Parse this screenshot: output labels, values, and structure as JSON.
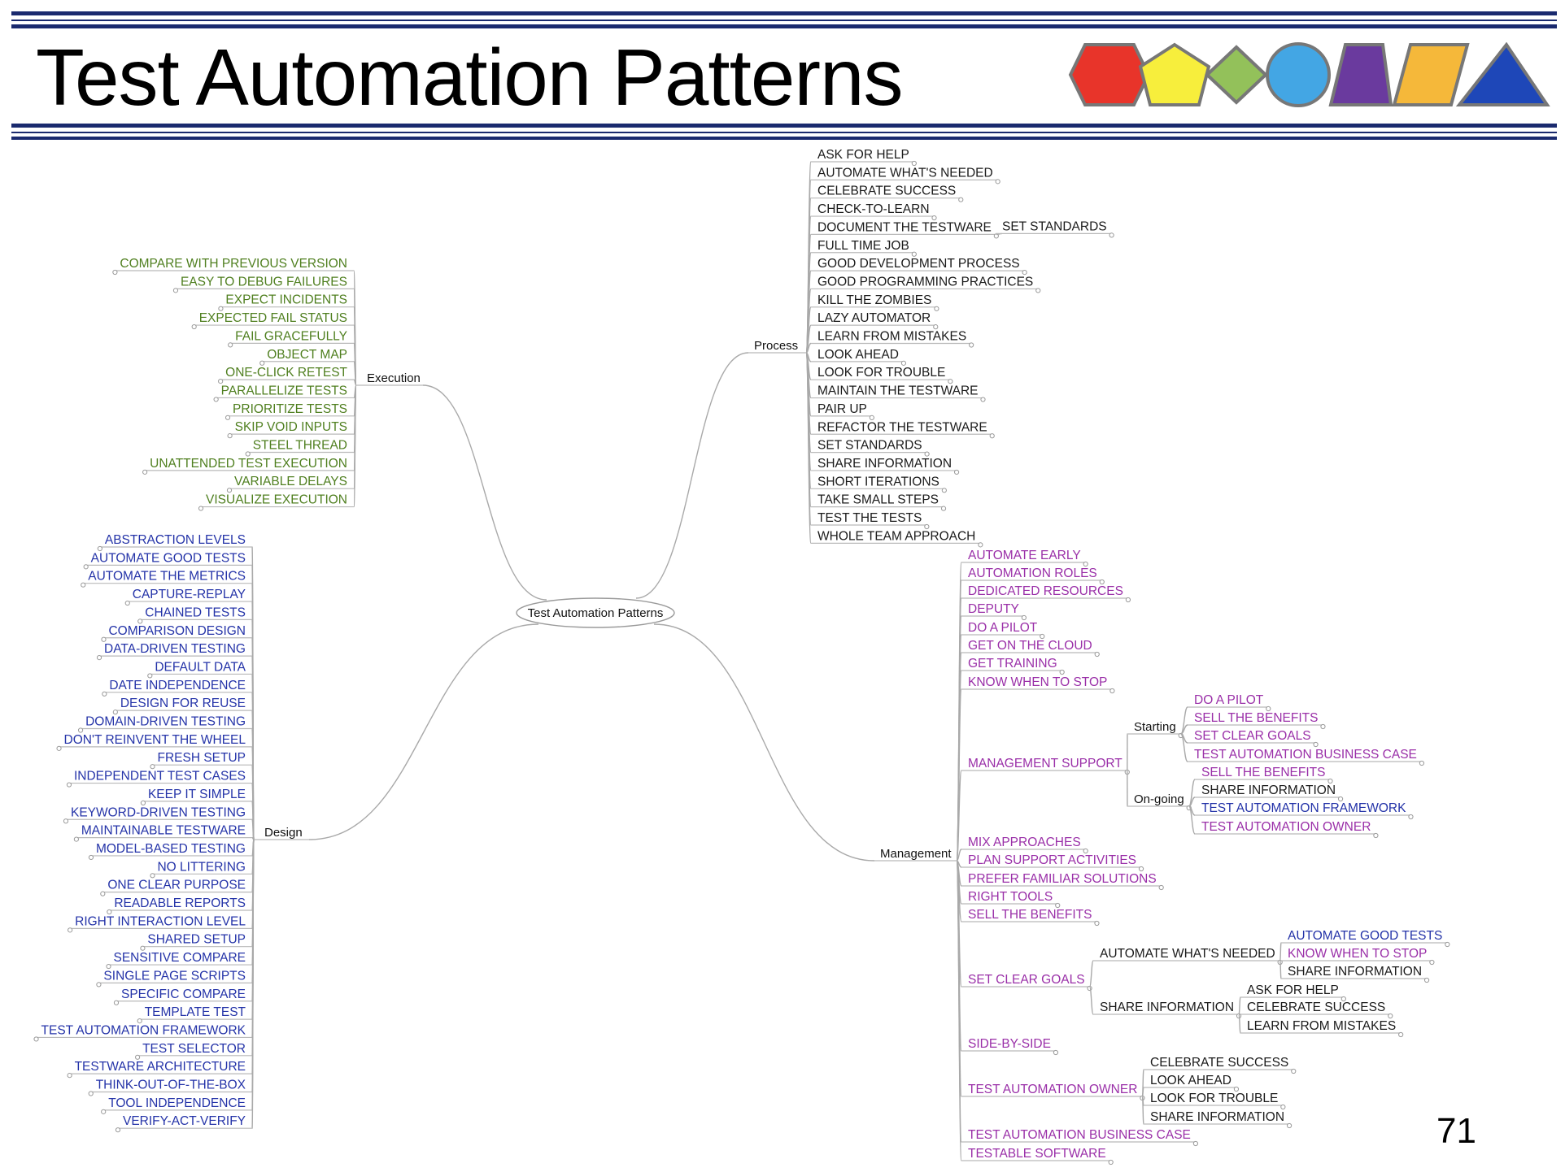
{
  "slide": {
    "title": "Test Automation Patterns",
    "page_number": "71",
    "logo_shapes": [
      "red-hexagon",
      "yellow-pentagon",
      "green-diamond",
      "blue-circle",
      "purple-trapezoid",
      "orange-parallelogram",
      "blue-triangle"
    ]
  },
  "colors": {
    "execution": "#4f7f1f",
    "design": "#2433a8",
    "process": "#1a1a1a",
    "management": "#9a2fa8",
    "rule": "#1a2a6e"
  },
  "mindmap": {
    "root": "Test Automation Patterns",
    "execution": {
      "label": "Execution",
      "items": [
        "COMPARE WITH PREVIOUS VERSION",
        "EASY TO DEBUG FAILURES",
        "EXPECT INCIDENTS",
        "EXPECTED FAIL STATUS",
        "FAIL GRACEFULLY",
        "OBJECT MAP",
        "ONE-CLICK RETEST",
        "PARALLELIZE TESTS",
        "PRIORITIZE TESTS",
        "SKIP VOID INPUTS",
        "STEEL THREAD",
        "UNATTENDED TEST EXECUTION",
        "VARIABLE DELAYS",
        "VISUALIZE EXECUTION"
      ]
    },
    "design": {
      "label": "Design",
      "items": [
        "ABSTRACTION LEVELS",
        "AUTOMATE GOOD TESTS",
        "AUTOMATE THE METRICS",
        "CAPTURE-REPLAY",
        "CHAINED TESTS",
        "COMPARISON DESIGN",
        "DATA-DRIVEN TESTING",
        "DEFAULT DATA",
        "DATE INDEPENDENCE",
        "DESIGN FOR REUSE",
        "DOMAIN-DRIVEN TESTING",
        "DON'T REINVENT THE WHEEL",
        "FRESH SETUP",
        "INDEPENDENT TEST CASES",
        "KEEP IT SIMPLE",
        "KEYWORD-DRIVEN TESTING",
        "MAINTAINABLE TESTWARE",
        "MODEL-BASED TESTING",
        "NO LITTERING",
        "ONE CLEAR PURPOSE",
        "READABLE REPORTS",
        "RIGHT INTERACTION LEVEL",
        "SHARED SETUP",
        "SENSITIVE COMPARE",
        "SINGLE PAGE SCRIPTS",
        "SPECIFIC COMPARE",
        "TEMPLATE TEST",
        "TEST AUTOMATION FRAMEWORK",
        "TEST SELECTOR",
        "TESTWARE ARCHITECTURE",
        "THINK-OUT-OF-THE-BOX",
        "TOOL INDEPENDENCE",
        "VERIFY-ACT-VERIFY"
      ]
    },
    "process": {
      "label": "Process",
      "items": [
        "ASK FOR HELP",
        "AUTOMATE WHAT'S NEEDED",
        "CELEBRATE SUCCESS",
        "CHECK-TO-LEARN",
        "DOCUMENT THE TESTWARE",
        "FULL TIME JOB",
        "GOOD DEVELOPMENT PROCESS",
        "GOOD PROGRAMMING PRACTICES",
        "KILL THE ZOMBIES",
        "LAZY AUTOMATOR",
        "LEARN FROM MISTAKES",
        "LOOK AHEAD",
        "LOOK FOR TROUBLE",
        "MAINTAIN THE TESTWARE",
        "PAIR UP",
        "REFACTOR THE TESTWARE",
        "SET STANDARDS",
        "SHARE INFORMATION",
        "SHORT ITERATIONS",
        "TAKE SMALL STEPS",
        "TEST THE TESTS",
        "WHOLE TEAM APPROACH"
      ],
      "document_child": "SET STANDARDS"
    },
    "management": {
      "label": "Management",
      "items": [
        {
          "label": "AUTOMATE EARLY"
        },
        {
          "label": "AUTOMATION ROLES"
        },
        {
          "label": "DEDICATED RESOURCES"
        },
        {
          "label": "DEPUTY"
        },
        {
          "label": "DO A PILOT"
        },
        {
          "label": "GET ON THE CLOUD"
        },
        {
          "label": "GET TRAINING"
        },
        {
          "label": "KNOW WHEN TO STOP"
        },
        {
          "label": "MANAGEMENT SUPPORT",
          "children": [
            {
              "label": "Starting",
              "children": [
                {
                  "label": "DO A PILOT",
                  "tone": "management"
                },
                {
                  "label": "SELL THE BENEFITS",
                  "tone": "management"
                },
                {
                  "label": "SET CLEAR GOALS",
                  "tone": "management"
                },
                {
                  "label": "TEST AUTOMATION BUSINESS CASE",
                  "tone": "management"
                }
              ]
            },
            {
              "label": "On-going",
              "children": [
                {
                  "label": "SELL THE BENEFITS",
                  "tone": "management"
                },
                {
                  "label": "SHARE INFORMATION",
                  "tone": "process"
                },
                {
                  "label": "TEST AUTOMATION FRAMEWORK",
                  "tone": "design"
                },
                {
                  "label": "TEST AUTOMATION OWNER",
                  "tone": "management"
                }
              ]
            }
          ]
        },
        {
          "label": "MIX APPROACHES"
        },
        {
          "label": "PLAN SUPPORT ACTIVITIES"
        },
        {
          "label": "PREFER FAMILIAR SOLUTIONS"
        },
        {
          "label": "RIGHT TOOLS"
        },
        {
          "label": "SELL THE BENEFITS"
        },
        {
          "label": "SET CLEAR GOALS",
          "children": [
            {
              "label": "AUTOMATE WHAT'S NEEDED",
              "children": [
                {
                  "label": "AUTOMATE GOOD TESTS",
                  "tone": "design"
                },
                {
                  "label": "KNOW WHEN TO STOP",
                  "tone": "management"
                },
                {
                  "label": "SHARE INFORMATION",
                  "tone": "process"
                }
              ]
            },
            {
              "label": "SHARE INFORMATION",
              "children": [
                {
                  "label": "ASK FOR HELP",
                  "tone": "process"
                },
                {
                  "label": "CELEBRATE SUCCESS",
                  "tone": "process"
                },
                {
                  "label": "LEARN FROM MISTAKES",
                  "tone": "process"
                }
              ]
            }
          ]
        },
        {
          "label": "SIDE-BY-SIDE"
        },
        {
          "label": "TEST AUTOMATION OWNER",
          "children": [
            {
              "label": "CELEBRATE SUCCESS",
              "tone": "process"
            },
            {
              "label": "LOOK AHEAD",
              "tone": "process"
            },
            {
              "label": "LOOK FOR TROUBLE",
              "tone": "process"
            },
            {
              "label": "SHARE INFORMATION",
              "tone": "process"
            }
          ]
        },
        {
          "label": "TEST AUTOMATION BUSINESS CASE"
        },
        {
          "label": "TESTABLE SOFTWARE"
        }
      ]
    }
  }
}
